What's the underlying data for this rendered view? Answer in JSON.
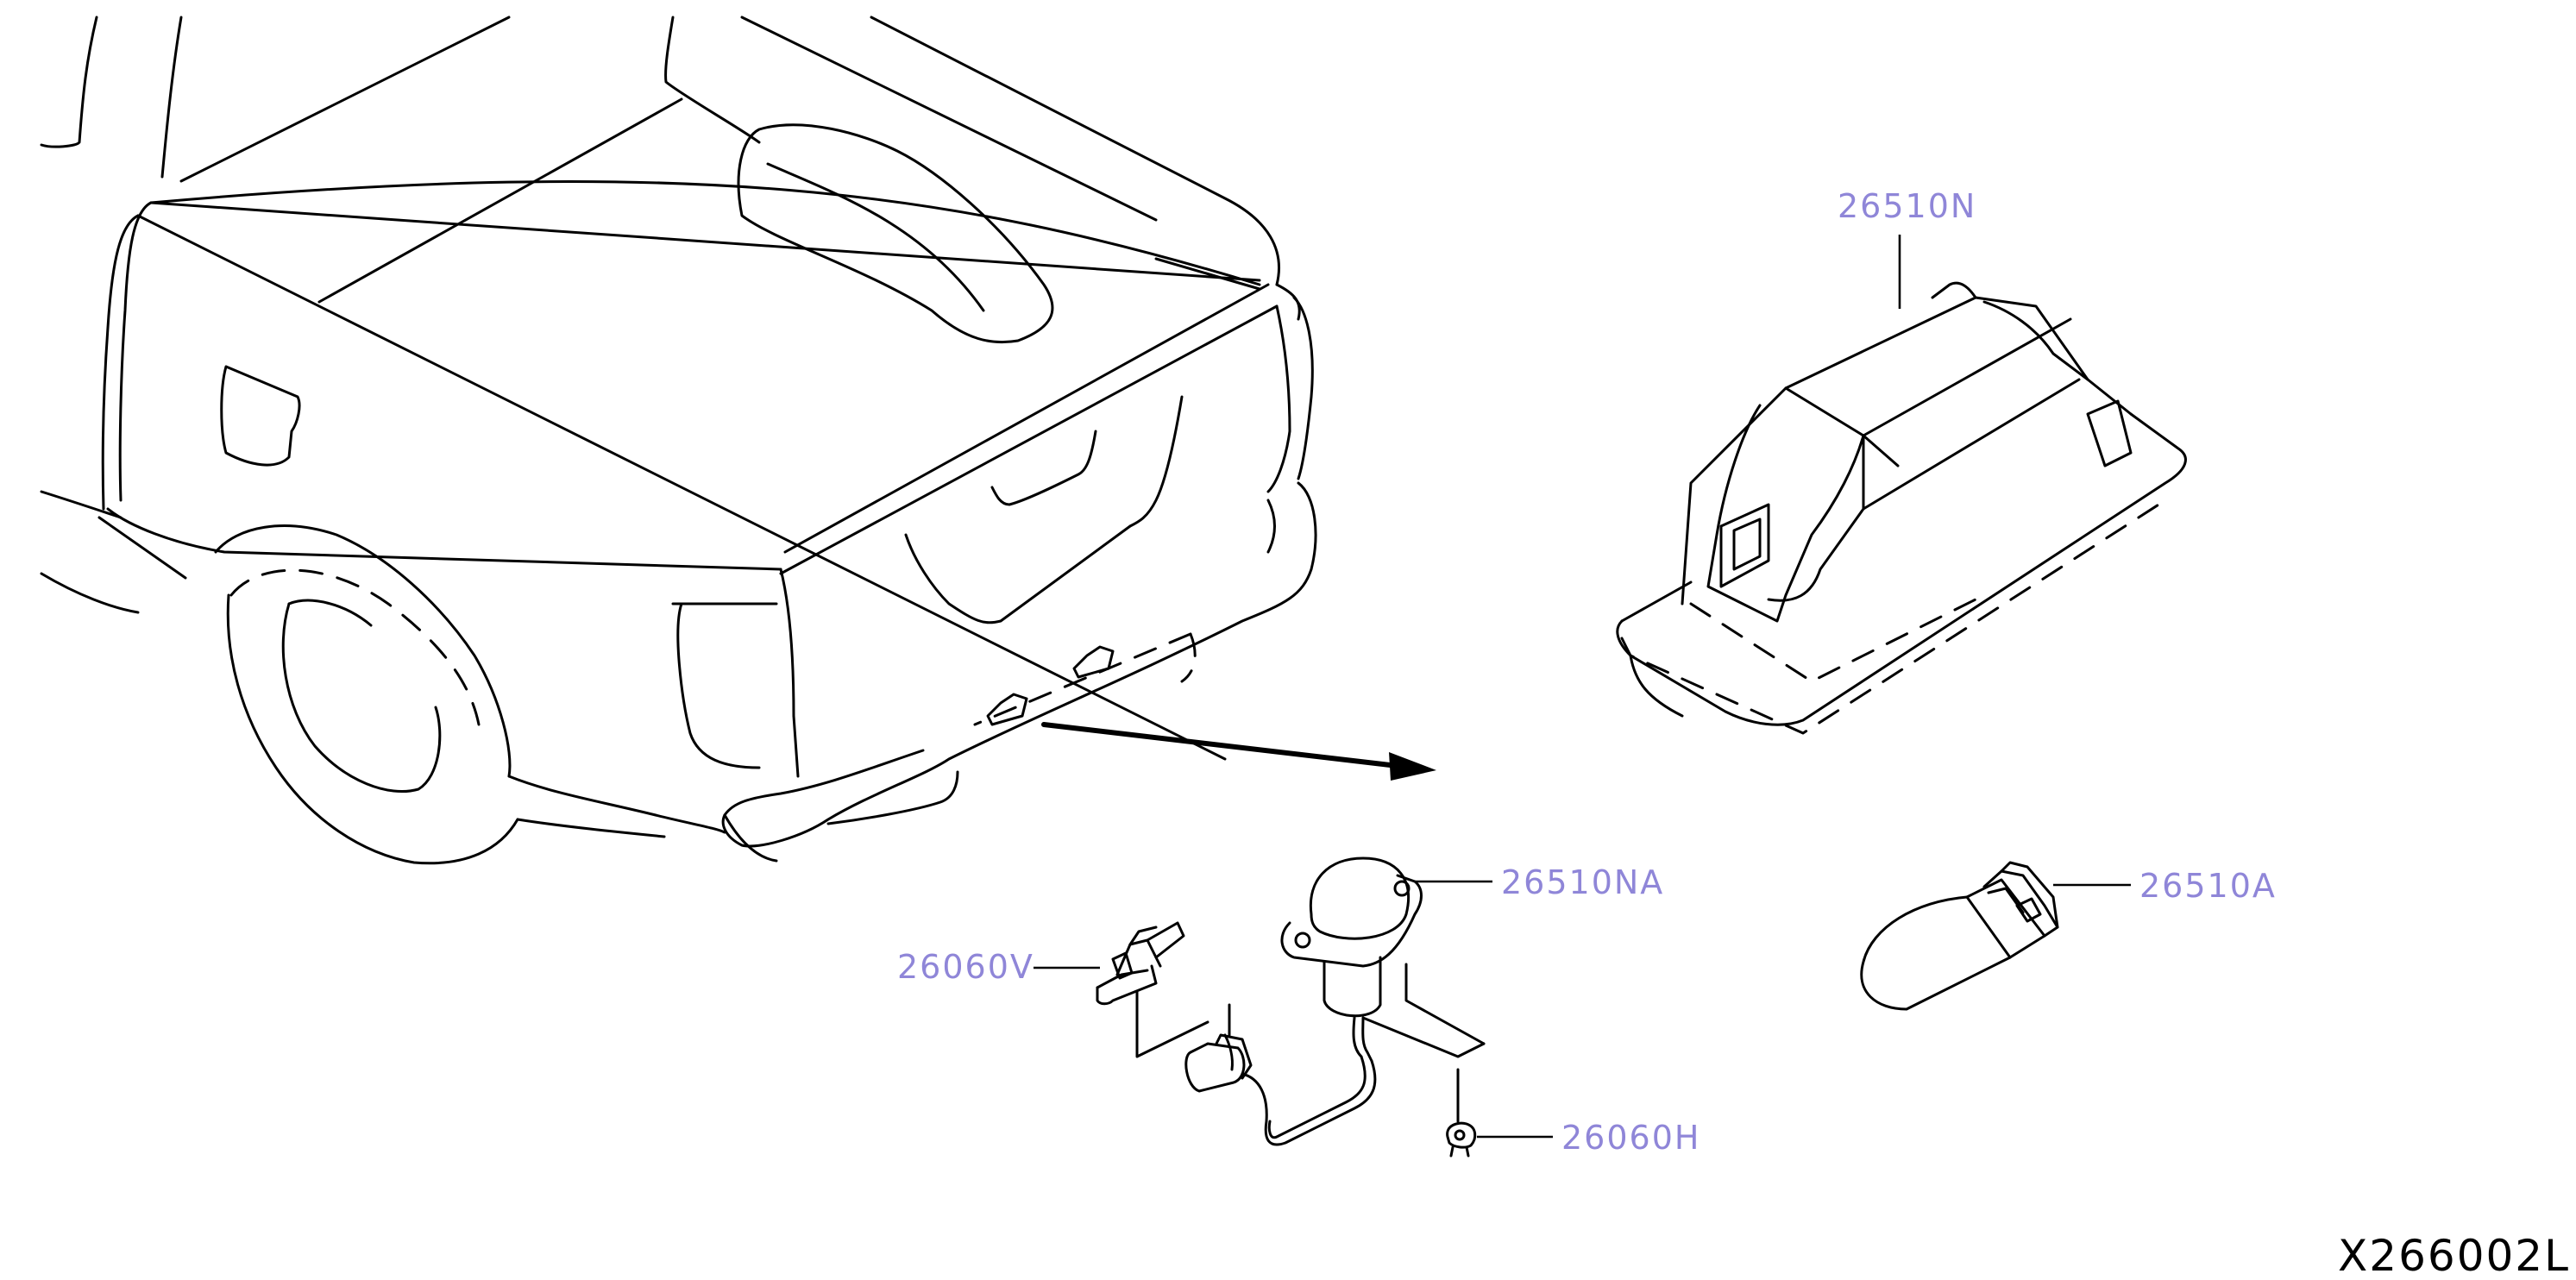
{
  "part_labels": {
    "lamp_assembly": "26510N",
    "lamp_socket": "26510NA",
    "bulb": "26510A",
    "harness_clip": "26060V",
    "grommet_clip": "26060H"
  },
  "diagram_code": "X266002L",
  "colors": {
    "line": "#000000",
    "part_label": "#8f86d8",
    "background": "#ffffff"
  }
}
